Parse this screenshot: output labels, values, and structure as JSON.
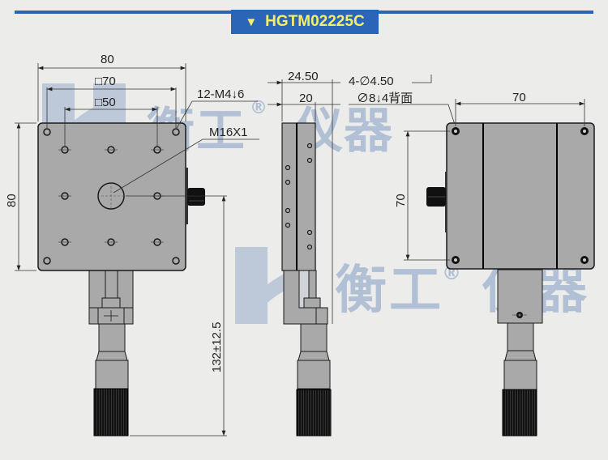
{
  "header": {
    "marker_icon": "triangle-down",
    "model": "HGTM02225C",
    "colors": {
      "bar": "#2b65b8",
      "text": "#f4ef6a",
      "background": "#ececea"
    }
  },
  "watermark": {
    "brand_chars": [
      "衡",
      "工",
      "®",
      "仪",
      "器"
    ],
    "logo_letter": "H",
    "color": "#9fb2cf"
  },
  "front_view": {
    "overall_width": "80",
    "overall_height": "80",
    "hole_pattern_outer": "□70",
    "hole_pattern_inner": "□50",
    "tapped_holes": "12-M4↓6",
    "center_thread": "M16X1",
    "travel_height": "132±12.5"
  },
  "side_view": {
    "total_depth": "24.50",
    "body_depth": "20",
    "through_holes": "4-∅4.50",
    "counterbore": "∅8↓4背面"
  },
  "rear_view": {
    "hole_spacing_x": "70",
    "hole_spacing_y": "70"
  },
  "colors": {
    "plate": "#a9a9a9",
    "outline": "#1a1a1a",
    "knob": "#111111",
    "dimension_line": "#333333"
  }
}
